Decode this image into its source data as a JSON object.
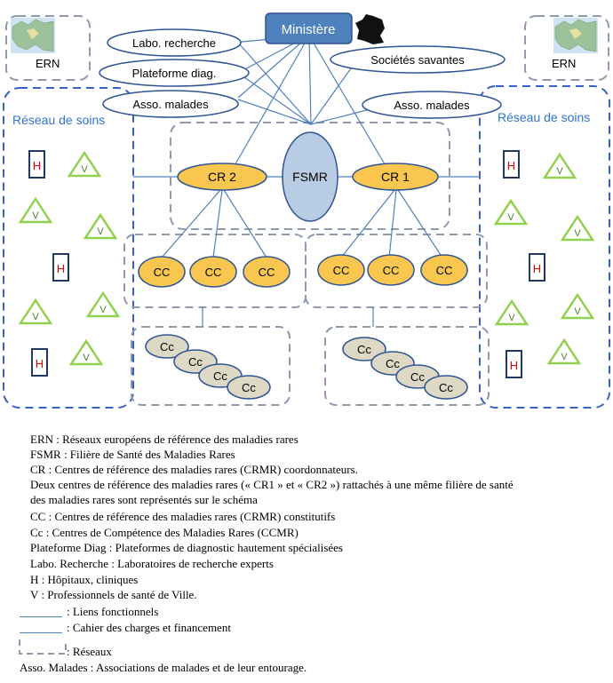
{
  "diagram": {
    "ministry": "Ministère",
    "ern_left": "ERN",
    "ern_right": "ERN",
    "labo": "Labo. recherche",
    "plateforme": "Plateforme diag.",
    "asso_left": "Asso. malades",
    "asso_right": "Asso. malades",
    "societes": "Sociétés savantes",
    "reseau_left": "Réseau de soins",
    "reseau_right": "Réseau de soins",
    "fsmr": "FSMR",
    "cr1": "CR 1",
    "cr2": "CR 2",
    "cc": "CC",
    "ccm": "Cc",
    "hospital": "H",
    "ville": "V"
  },
  "legend": {
    "l1": "ERN : Réseaux européens de référence des maladies rares",
    "l2": "FSMR : Filière de Santé des Maladies Rares",
    "l3": "CR : Centres de référence des maladies rares (CRMR) coordonnateurs.",
    "l4": "Deux centres de référence des maladies rares (« CR1 » et « CR2 ») rattachés à une même filière de santé",
    "l5": "des maladies rares sont représentés sur le schéma",
    "l6": "CC : Centres de référence des maladies rares (CRMR) constitutifs",
    "l7": "Cc : Centres de Compétence des Maladies Rares (CCMR)",
    "l8": "Plateforme Diag : Plateformes de diagnostic hautement spécialisées",
    "l9": "Labo. Recherche : Laboratoires de recherche experts",
    "l10": "H : Hôpitaux, cliniques",
    "l11": "V : Professionnels de santé de Ville.",
    "l12": ": Liens fonctionnels",
    "l13": ": Cahier des charges et financement",
    "l14": ": Réseaux",
    "l15": "Asso. Malades : Associations de malades et de leur entourage."
  },
  "colors": {
    "ministry_fill": "#4f81bd",
    "cr_fill": "#f9c74f",
    "ccm_fill": "#ddd9c4",
    "fsmr_fill": "#b8cce4",
    "line": "#4f81bd",
    "dashed_dark": "#3a5fc8",
    "dashed_light": "#8e9aaf",
    "h_border": "#1f3864",
    "h_text": "#e00000",
    "v_fill": "#92d050"
  }
}
